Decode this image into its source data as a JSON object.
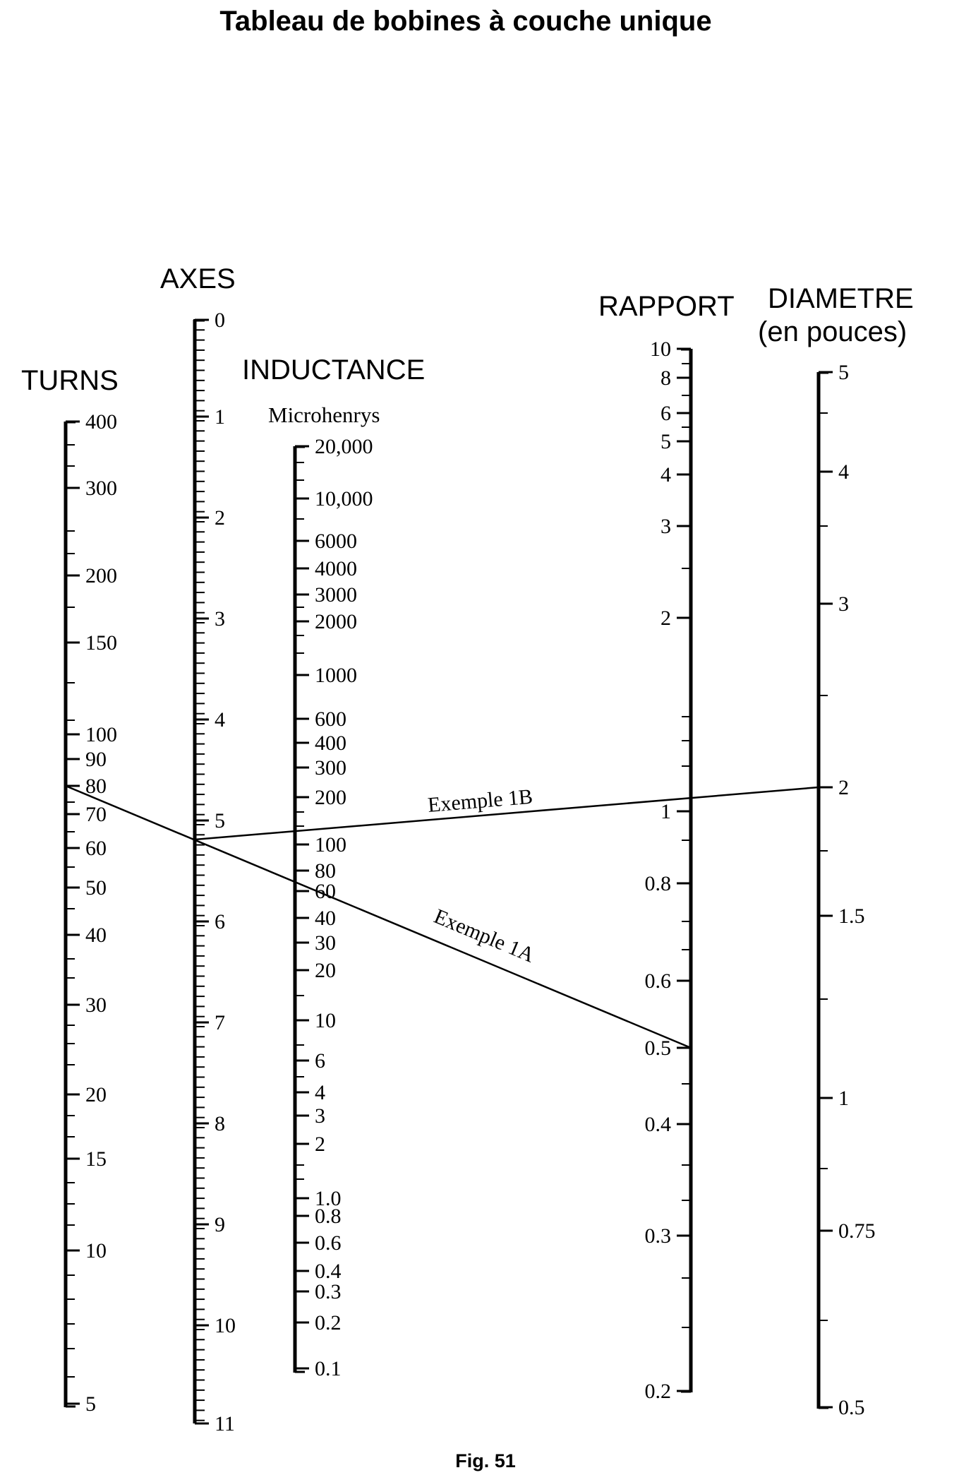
{
  "title": "Tableau de bobines à couche unique",
  "caption": "Fig. 51",
  "scales": [
    {
      "id": "turns",
      "title": [
        "TURNS"
      ],
      "subtitle": "",
      "ticks": [
        "400",
        "300",
        "200",
        "150",
        "100",
        "90",
        "80",
        "70",
        "60",
        "50",
        "40",
        "30",
        "20",
        "15",
        "10",
        "5"
      ]
    },
    {
      "id": "axes",
      "title": [
        "AXES"
      ],
      "subtitle": "",
      "ticks": [
        "0",
        "1",
        "2",
        "3",
        "4",
        "5",
        "6",
        "7",
        "8",
        "9",
        "10",
        "11"
      ]
    },
    {
      "id": "inductance",
      "title": [
        "INDUCTANCE"
      ],
      "subtitle": "Microhenrys",
      "ticks": [
        "20,000",
        "10,000",
        "6000",
        "4000",
        "3000",
        "2000",
        "1000",
        "600",
        "400",
        "300",
        "200",
        "100",
        "80",
        "60",
        "40",
        "30",
        "20",
        "10",
        "6",
        "4",
        "3",
        "2",
        "1.0",
        "0.8",
        "0.6",
        "0.4",
        "0.3",
        "0.2",
        "0.1"
      ]
    },
    {
      "id": "rapport",
      "title": [
        "RAPPORT"
      ],
      "subtitle": "",
      "ticks": [
        "10",
        "8",
        "6",
        "5",
        "4",
        "3",
        "2",
        "1",
        "0.8",
        "0.6",
        "0.5",
        "0.4",
        "0.3",
        "0.2"
      ]
    },
    {
      "id": "diametre",
      "title": [
        "DIAMETRE",
        "(en pouces)"
      ],
      "subtitle": "",
      "ticks": [
        "5",
        "4",
        "3",
        "2",
        "1.5",
        "1",
        "0.75",
        "0.5"
      ]
    }
  ],
  "examples": [
    {
      "label": "Exemple 1A"
    },
    {
      "label": "Exemple 1B"
    }
  ]
}
